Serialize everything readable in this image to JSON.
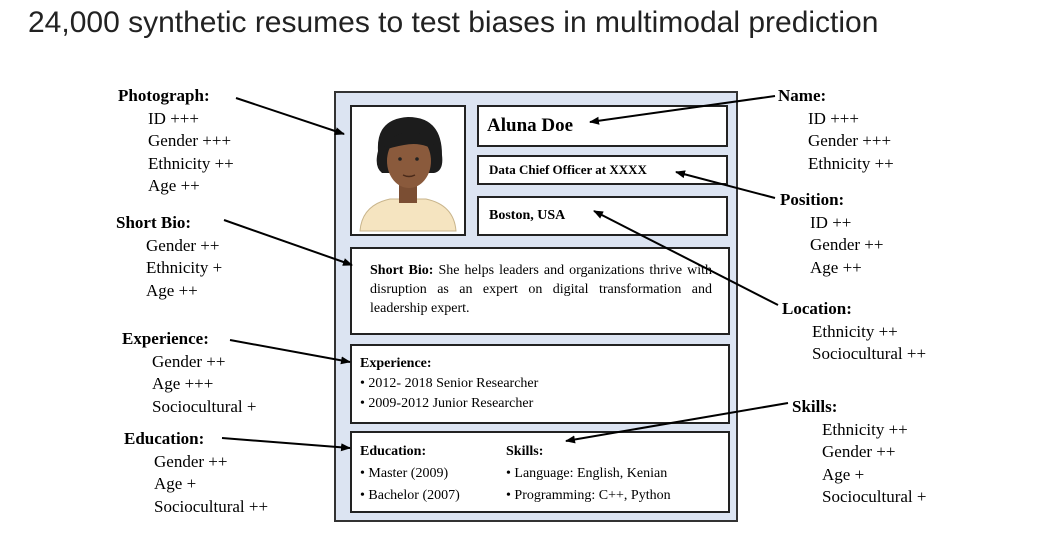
{
  "title": "24,000 synthetic resumes to test biases in multimodal prediction",
  "annotations": {
    "photograph": {
      "head": "Photograph:",
      "items": [
        "ID +++",
        "Gender +++",
        "Ethnicity ++",
        "Age ++"
      ]
    },
    "short_bio": {
      "head": "Short Bio:",
      "items": [
        "Gender ++",
        "Ethnicity +",
        "Age ++"
      ]
    },
    "experience": {
      "head": "Experience:",
      "items": [
        "Gender ++",
        "Age +++",
        "Sociocultural +"
      ]
    },
    "education": {
      "head": "Education:",
      "items": [
        "Gender ++",
        "Age +",
        "Sociocultural ++"
      ]
    },
    "name": {
      "head": "Name:",
      "items": [
        "ID +++",
        "Gender +++",
        "Ethnicity ++"
      ]
    },
    "position": {
      "head": "Position:",
      "items": [
        "ID ++",
        "Gender ++",
        "Age ++"
      ]
    },
    "location": {
      "head": "Location:",
      "items": [
        "Ethnicity ++",
        "Sociocultural ++"
      ]
    },
    "skills": {
      "head": "Skills:",
      "items": [
        "Ethnicity ++",
        "Gender ++",
        "Age +",
        "Sociocultural +"
      ]
    }
  },
  "resume": {
    "name": "Aluna Doe",
    "position": "Data Chief Officer at XXXX",
    "location": "Boston, USA",
    "bio_label": "Short Bio:",
    "bio_text": " She helps leaders and organizations thrive with disruption as an expert on digital transformation and leadership expert.",
    "experience_label": "Experience:",
    "experience": [
      "2012- 2018 Senior Researcher",
      "2009-2012 Junior Researcher"
    ],
    "education_label": "Education:",
    "education": [
      "Master (2009)",
      "Bachelor (2007)"
    ],
    "skills_label": "Skills:",
    "skills": [
      "Language: English, Kenian",
      "Programming: C++, Python"
    ]
  },
  "colors": {
    "resume_background": "#dce4f2",
    "avatar_skin": "#8a5a3c",
    "avatar_hair": "#1c1c1c",
    "avatar_shirt": "#f5e4c0"
  }
}
